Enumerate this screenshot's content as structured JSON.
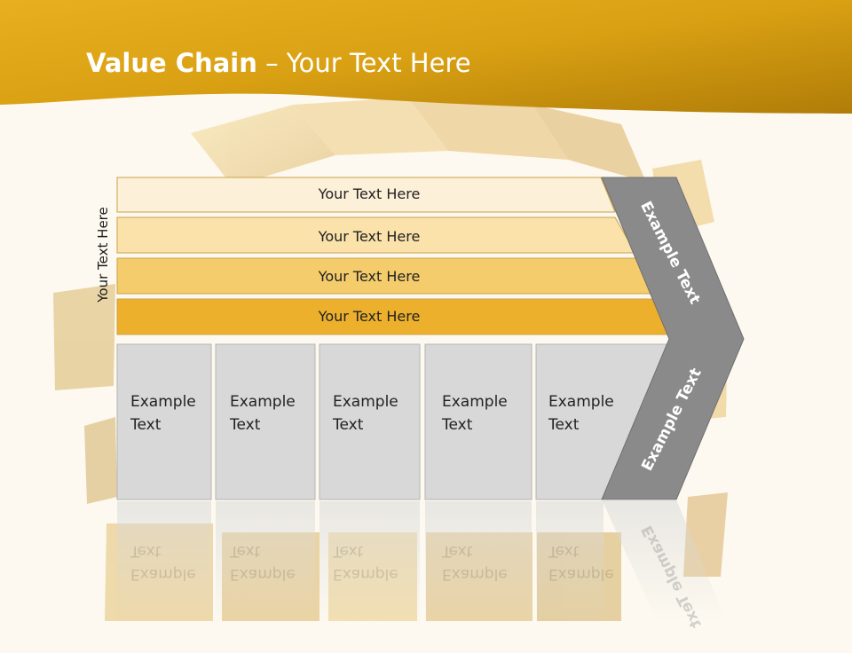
{
  "slide": {
    "title_bold": "Value Chain",
    "title_rest": " – Your Text Here",
    "vertical_label": "Your Text Here"
  },
  "rows": [
    {
      "label": "Your Text Here",
      "color": "#fdf0d8"
    },
    {
      "label": "Your Text Here",
      "color": "#fae2aa"
    },
    {
      "label": "Your Text Here",
      "color": "#f5cc6c"
    },
    {
      "label": "Your Text Here",
      "color": "#edb02c"
    }
  ],
  "columns": [
    {
      "line1": "Example",
      "line2": "Text"
    },
    {
      "line1": "Example",
      "line2": "Text"
    },
    {
      "line1": "Example",
      "line2": "Text"
    },
    {
      "line1": "Example",
      "line2": "Text"
    },
    {
      "line1": "Example",
      "line2": "Text"
    }
  ],
  "arrow": {
    "upper_label": "Example Text",
    "lower_label": "Example Text",
    "color": "#8a8a8a"
  },
  "colors": {
    "header": "#d9a013",
    "background": "#fdf9f0",
    "box_fill": "#d8d8d8"
  }
}
